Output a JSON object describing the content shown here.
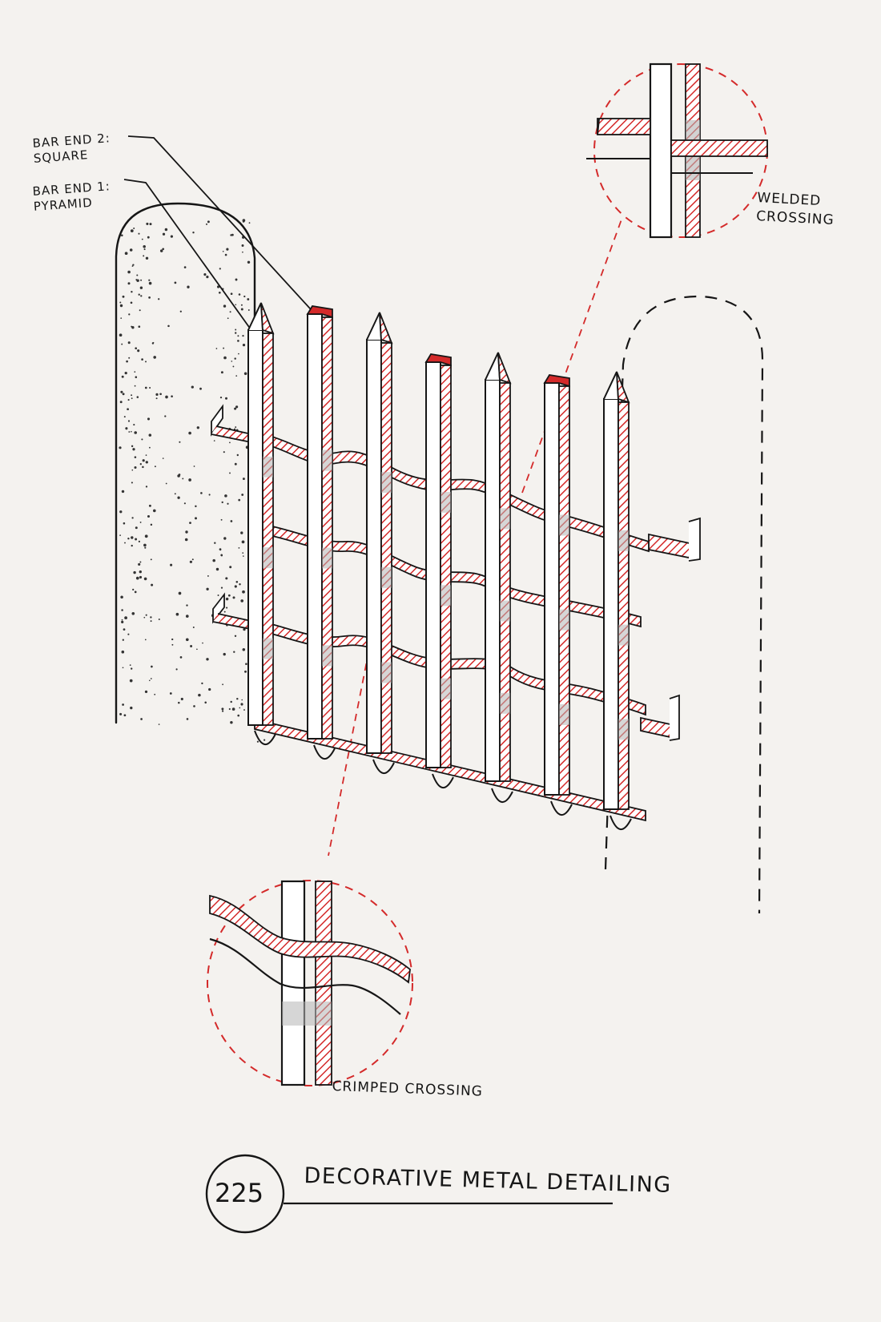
{
  "labels": {
    "bar_end_2_line1": "BAR END 2:",
    "bar_end_2_line2": "SQUARE",
    "bar_end_1_line1": "BAR END 1:",
    "bar_end_1_line2": "PYRAMID",
    "welded_line1": "WELDED",
    "welded_line2": "CROSSING",
    "crimped": "CRIMPED CROSSING"
  },
  "title_block": {
    "number": "225",
    "title": "DECORATIVE METAL DETAILING"
  },
  "colors": {
    "ink": "#161616",
    "red": "#d42a2a",
    "paper": "#f4f2ef",
    "shadow": "#b4b4b4"
  }
}
